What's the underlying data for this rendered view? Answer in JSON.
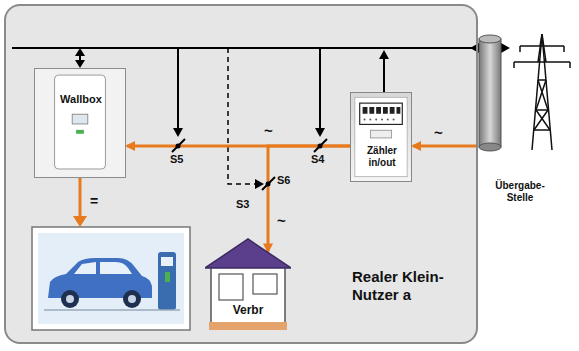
{
  "diagram": {
    "nodes": [
      {
        "text": [
          "Realer Klein-Nutzer a"
        ]
      },
      {
        "text": [
          "Wallbox"
        ],
        "in": 0
      },
      {
        "text": [
          "Zähler in/out"
        ],
        "in": 0
      },
      {
        "text": [
          "Verbr"
        ],
        "in": 0
      },
      {
        "text": [
          "Übergabe-Stelle"
        ]
      }
    ],
    "edges": [
      {
        "from": 4,
        "to": 2,
        "arrow": "to",
        "label": "~"
      },
      {
        "from": 2,
        "to": 1,
        "arrow": "to",
        "label": "~"
      },
      {
        "from": 2,
        "to": 3,
        "arrow": "to",
        "label": "~"
      }
    ],
    "labels": [
      "S5",
      "S4",
      "S6",
      "S3",
      "="
    ]
  }
}
